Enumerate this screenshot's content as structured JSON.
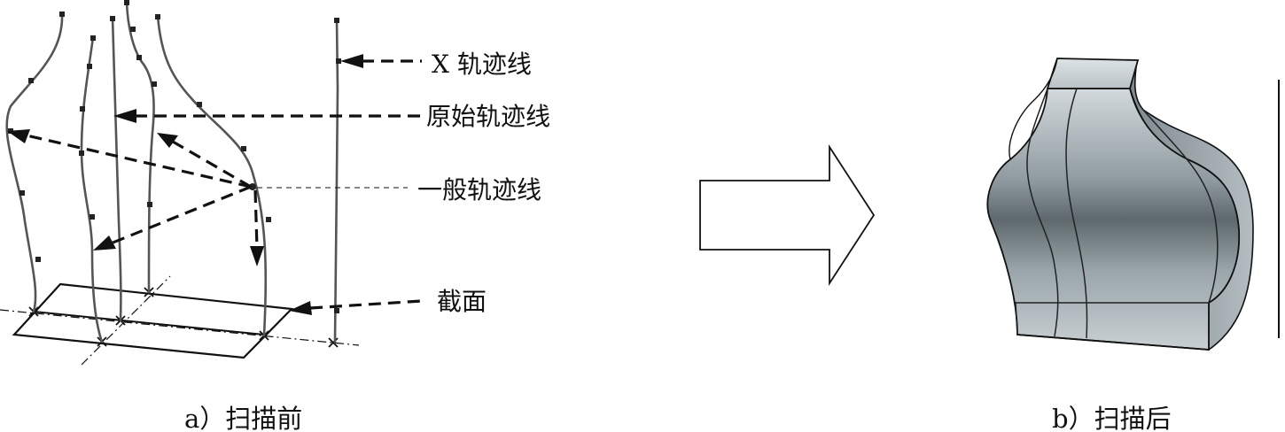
{
  "labels": {
    "x_trajectory": "X 轨迹线",
    "origin_trajectory": "原始轨迹线",
    "general_trajectory": "一般轨迹线",
    "section": "截面"
  },
  "captions": {
    "before": "a）扫描前",
    "after": "b）扫描后"
  },
  "colors": {
    "line": "#111111",
    "curve": "#555555",
    "solid_light": "#c8d0d4",
    "solid_mid": "#8e9aa0",
    "solid_dark": "#5c666b"
  },
  "icons": {
    "transition_arrow": "right-arrow-outline"
  }
}
